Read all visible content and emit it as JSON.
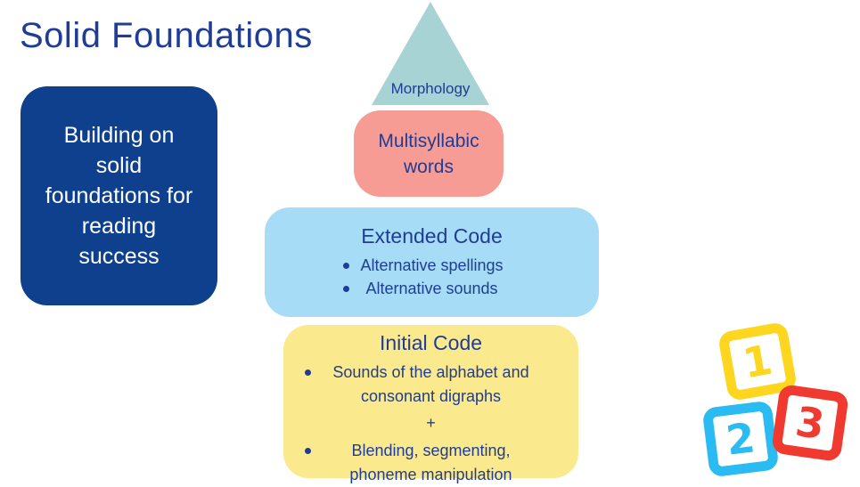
{
  "title": "Solid Foundations",
  "intro_card": {
    "text": "Building on\nsolid\nfoundations for\nreading\nsuccess"
  },
  "pyramid": {
    "morphology": {
      "label": "Morphology"
    },
    "multisyllabic": {
      "label": "Multisyllabic\nwords"
    },
    "extended": {
      "heading": "Extended Code",
      "bullets": [
        "Alternative spellings",
        "Alternative sounds"
      ]
    },
    "initial": {
      "heading": "Initial Code",
      "bullets": [
        "Sounds of the alphabet and\nconsonant digraphs",
        "Blending, segmenting,\nphoneme manipulation"
      ],
      "separator": "+"
    }
  },
  "blocks": [
    {
      "number": "1",
      "color": "#fed51f"
    },
    {
      "number": "2",
      "color": "#2bbbf3"
    },
    {
      "number": "3",
      "color": "#f13a2f"
    }
  ],
  "colors": {
    "navy-text": "#1f3d96",
    "card-navy": "#0e408d",
    "card-text": "#ffffff",
    "teal": "#a7d3d4",
    "pink": "#f69c94",
    "sky-blue": "#a6dcf5",
    "pale-yellow": "#fbe98d",
    "block-yellow": "#fed51f",
    "block-blue": "#2bbbf3",
    "block-red": "#f13a2f"
  }
}
